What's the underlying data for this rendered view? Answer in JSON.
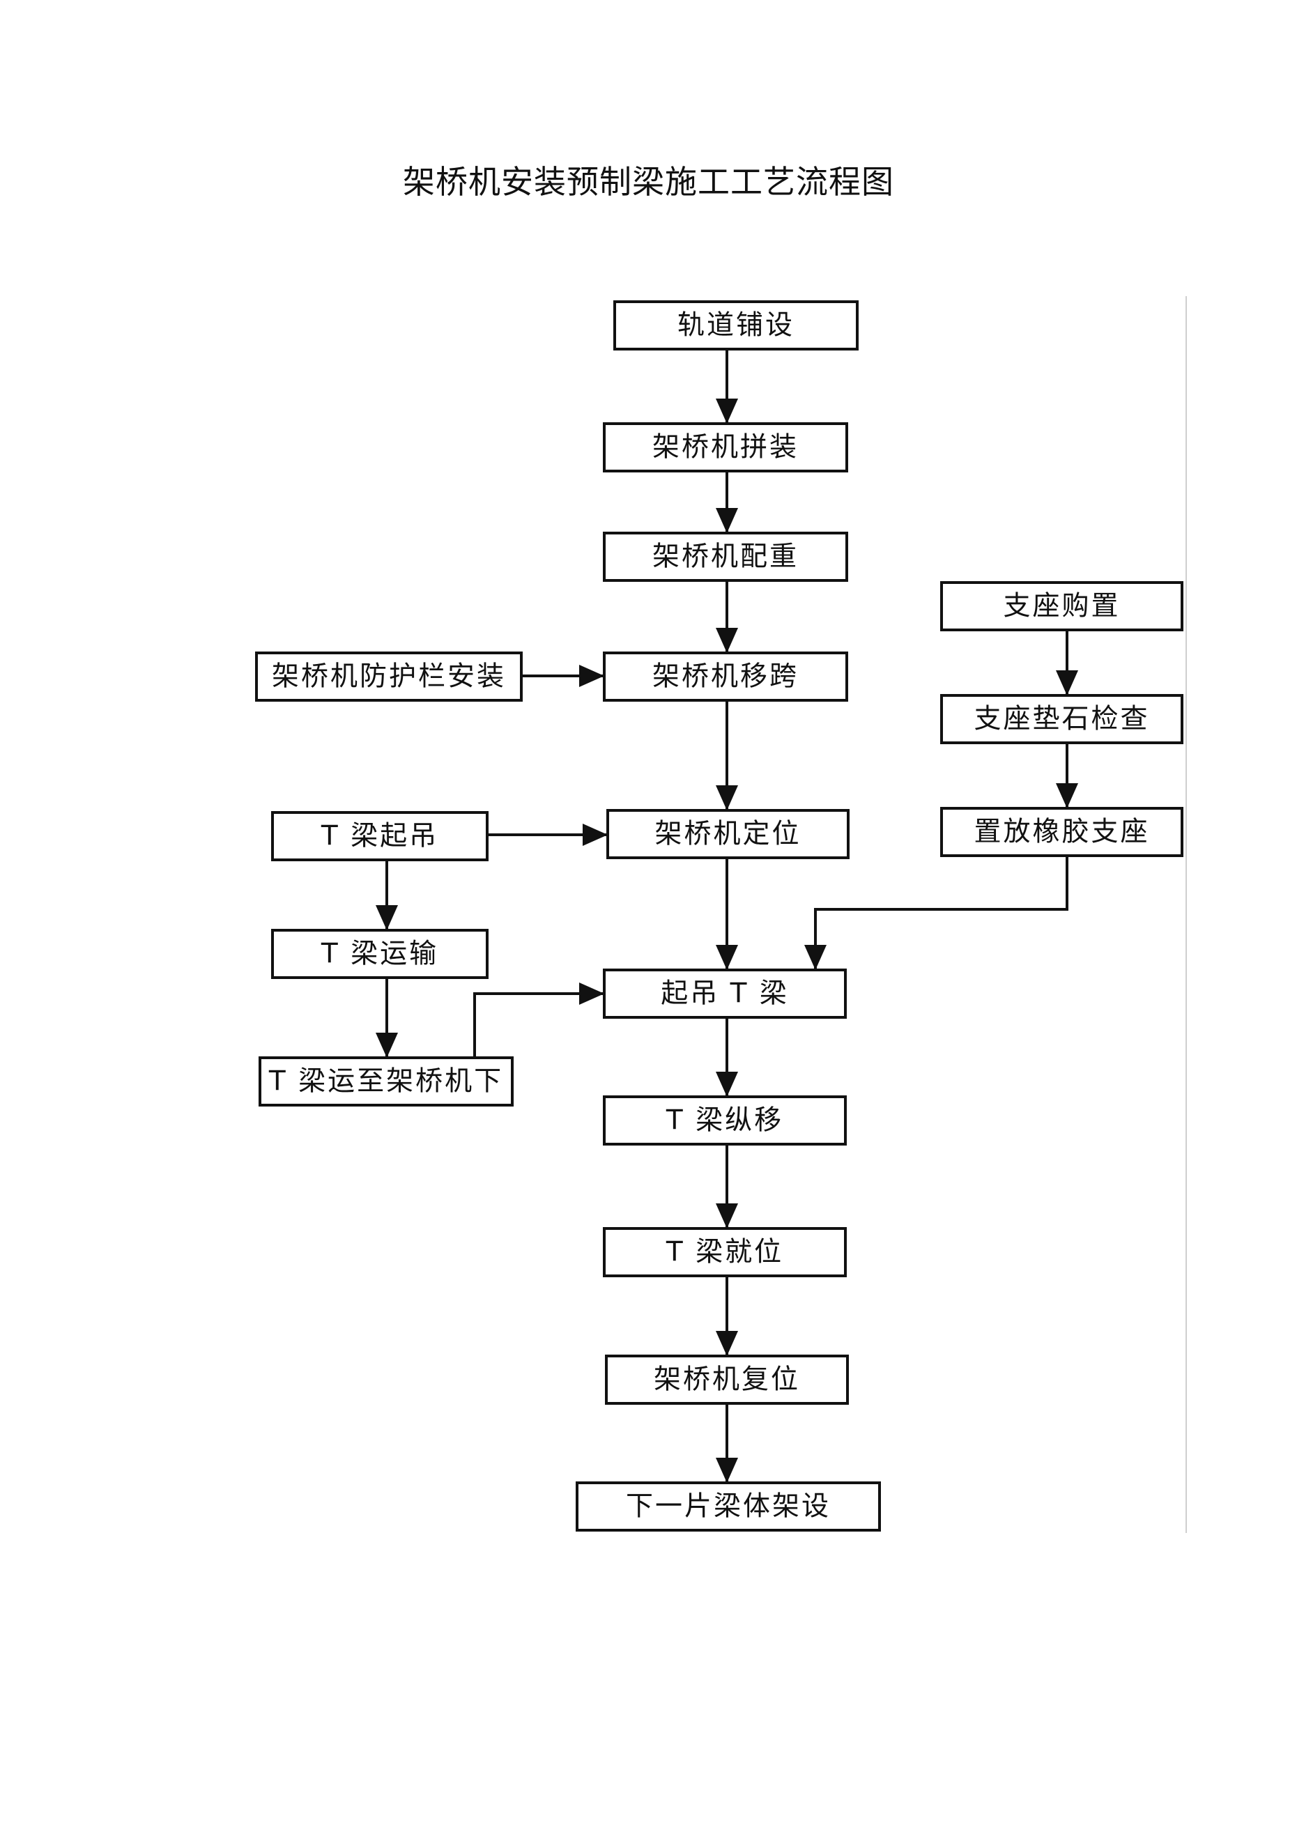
{
  "title": "架桥机安装预制梁施工工艺流程图",
  "nodes": [
    {
      "id": "n1",
      "label": "轨道铺设"
    },
    {
      "id": "n2",
      "label": "架桥机拼装"
    },
    {
      "id": "n3",
      "label": "架桥机配重"
    },
    {
      "id": "n4",
      "label": "架桥机移跨"
    },
    {
      "id": "n5",
      "label": "架桥机定位"
    },
    {
      "id": "n6",
      "label": "起吊 T 梁"
    },
    {
      "id": "n7",
      "label": "T 梁纵移"
    },
    {
      "id": "n8",
      "label": "T 梁就位"
    },
    {
      "id": "n9",
      "label": "架桥机复位"
    },
    {
      "id": "n10",
      "label": "下一片梁体架设"
    },
    {
      "id": "l1",
      "label": "架桥机防护栏安装"
    },
    {
      "id": "l2",
      "label": "T 梁起吊"
    },
    {
      "id": "l3",
      "label": "T 梁运输"
    },
    {
      "id": "l4",
      "label": "T 梁运至架桥机下"
    },
    {
      "id": "r1",
      "label": "支座购置"
    },
    {
      "id": "r2",
      "label": "支座垫石检查"
    },
    {
      "id": "r3",
      "label": "置放橡胶支座"
    }
  ],
  "edges": [
    {
      "from": "n1",
      "to": "n2"
    },
    {
      "from": "n2",
      "to": "n3"
    },
    {
      "from": "n3",
      "to": "n4"
    },
    {
      "from": "n4",
      "to": "n5"
    },
    {
      "from": "n5",
      "to": "n6"
    },
    {
      "from": "n6",
      "to": "n7"
    },
    {
      "from": "n7",
      "to": "n8"
    },
    {
      "from": "n8",
      "to": "n9"
    },
    {
      "from": "n9",
      "to": "n10"
    },
    {
      "from": "l1",
      "to": "n4"
    },
    {
      "from": "l2",
      "to": "n5"
    },
    {
      "from": "l2",
      "to": "l3"
    },
    {
      "from": "l3",
      "to": "l4"
    },
    {
      "from": "l4",
      "to": "n6"
    },
    {
      "from": "r1",
      "to": "r2"
    },
    {
      "from": "r2",
      "to": "r3"
    },
    {
      "from": "r3",
      "to": "n6"
    }
  ]
}
